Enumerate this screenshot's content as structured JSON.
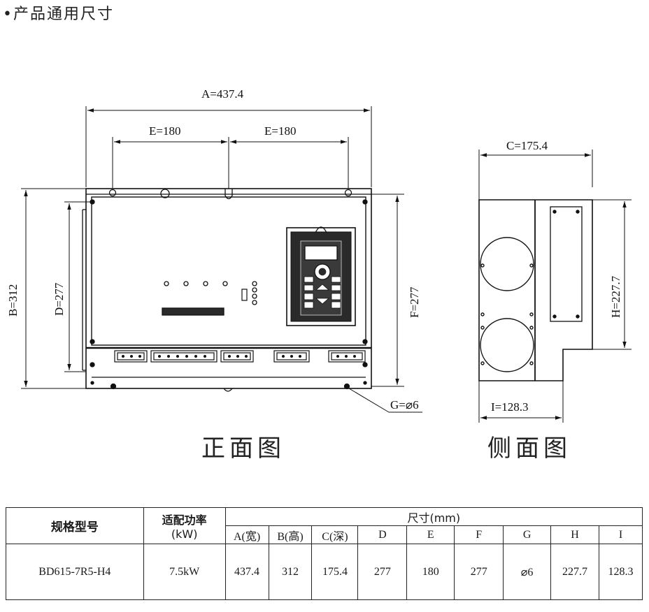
{
  "section_title": "•产品通用尺寸",
  "front_view": {
    "caption": "正面图",
    "dim_A": "A=437.4",
    "dim_E_left": "E=180",
    "dim_E_right": "E=180",
    "dim_B": "B=312",
    "dim_D": "D=277",
    "dim_F": "F=277",
    "dim_G": "G=⌀6"
  },
  "side_view": {
    "caption": "侧面图",
    "dim_C": "C=175.4",
    "dim_H": "H=227.7",
    "dim_I": "I=128.3"
  },
  "table": {
    "col_model": "规格型号",
    "col_power_line1": "适配功率",
    "col_power_line2": "(kW)",
    "col_dims": "尺寸(mm)",
    "sub_headers": [
      "A(宽)",
      "B(高)",
      "C(深)",
      "D",
      "E",
      "F",
      "G",
      "H",
      "I"
    ],
    "row": {
      "model": "BD615-7R5-H4",
      "power": "7.5kW",
      "values": [
        "437.4",
        "312",
        "175.4",
        "277",
        "180",
        "277",
        "⌀6",
        "227.7",
        "128.3"
      ]
    }
  },
  "colors": {
    "line": "#111111",
    "panel": "#2a2a2a"
  }
}
